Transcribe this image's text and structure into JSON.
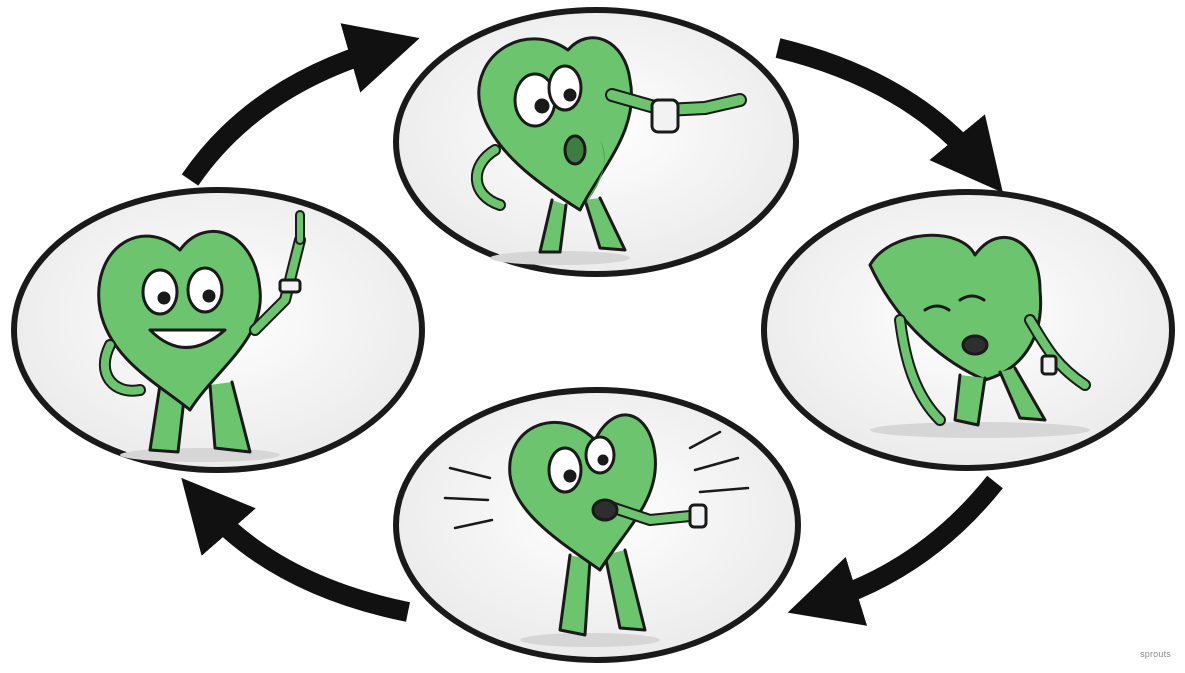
{
  "diagram": {
    "type": "cycle",
    "stages": [
      {
        "id": "top",
        "icon": "heart-checking-watch-icon",
        "mood": "impatient"
      },
      {
        "id": "right",
        "icon": "heart-drooping-tired-icon",
        "mood": "exhausted"
      },
      {
        "id": "bottom",
        "icon": "heart-panicked-icon",
        "mood": "panicked"
      },
      {
        "id": "left",
        "icon": "heart-happy-pointing-icon",
        "mood": "happy"
      }
    ],
    "direction": "clockwise"
  },
  "colors": {
    "heart_fill": "#6cc46e",
    "heart_shade": "#4fa654",
    "outline": "#1a1a1a",
    "oval_fill": "#f4f4f4",
    "arrow": "#111111"
  },
  "watermark": {
    "text": "sprouts"
  }
}
